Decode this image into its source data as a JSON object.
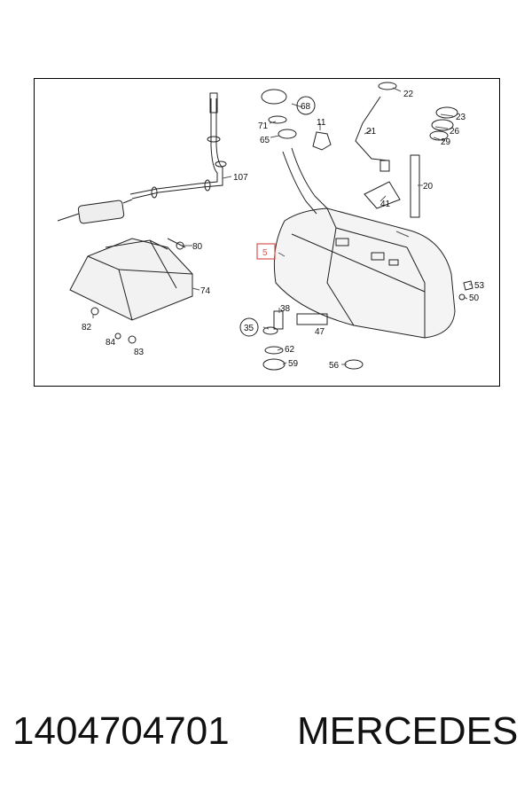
{
  "diagram": {
    "callouts": [
      "22",
      "23",
      "26",
      "29",
      "21",
      "20",
      "41",
      "68",
      "71",
      "65",
      "11",
      "107",
      "80",
      "74",
      "82",
      "84",
      "83",
      "5",
      "38",
      "35",
      "62",
      "47",
      "59",
      "56",
      "53",
      "50"
    ],
    "highlighted_callout": "5",
    "highlight_color": "#d9534f"
  },
  "footer": {
    "part_number": "1404704701",
    "brand": "MERCEDES"
  }
}
